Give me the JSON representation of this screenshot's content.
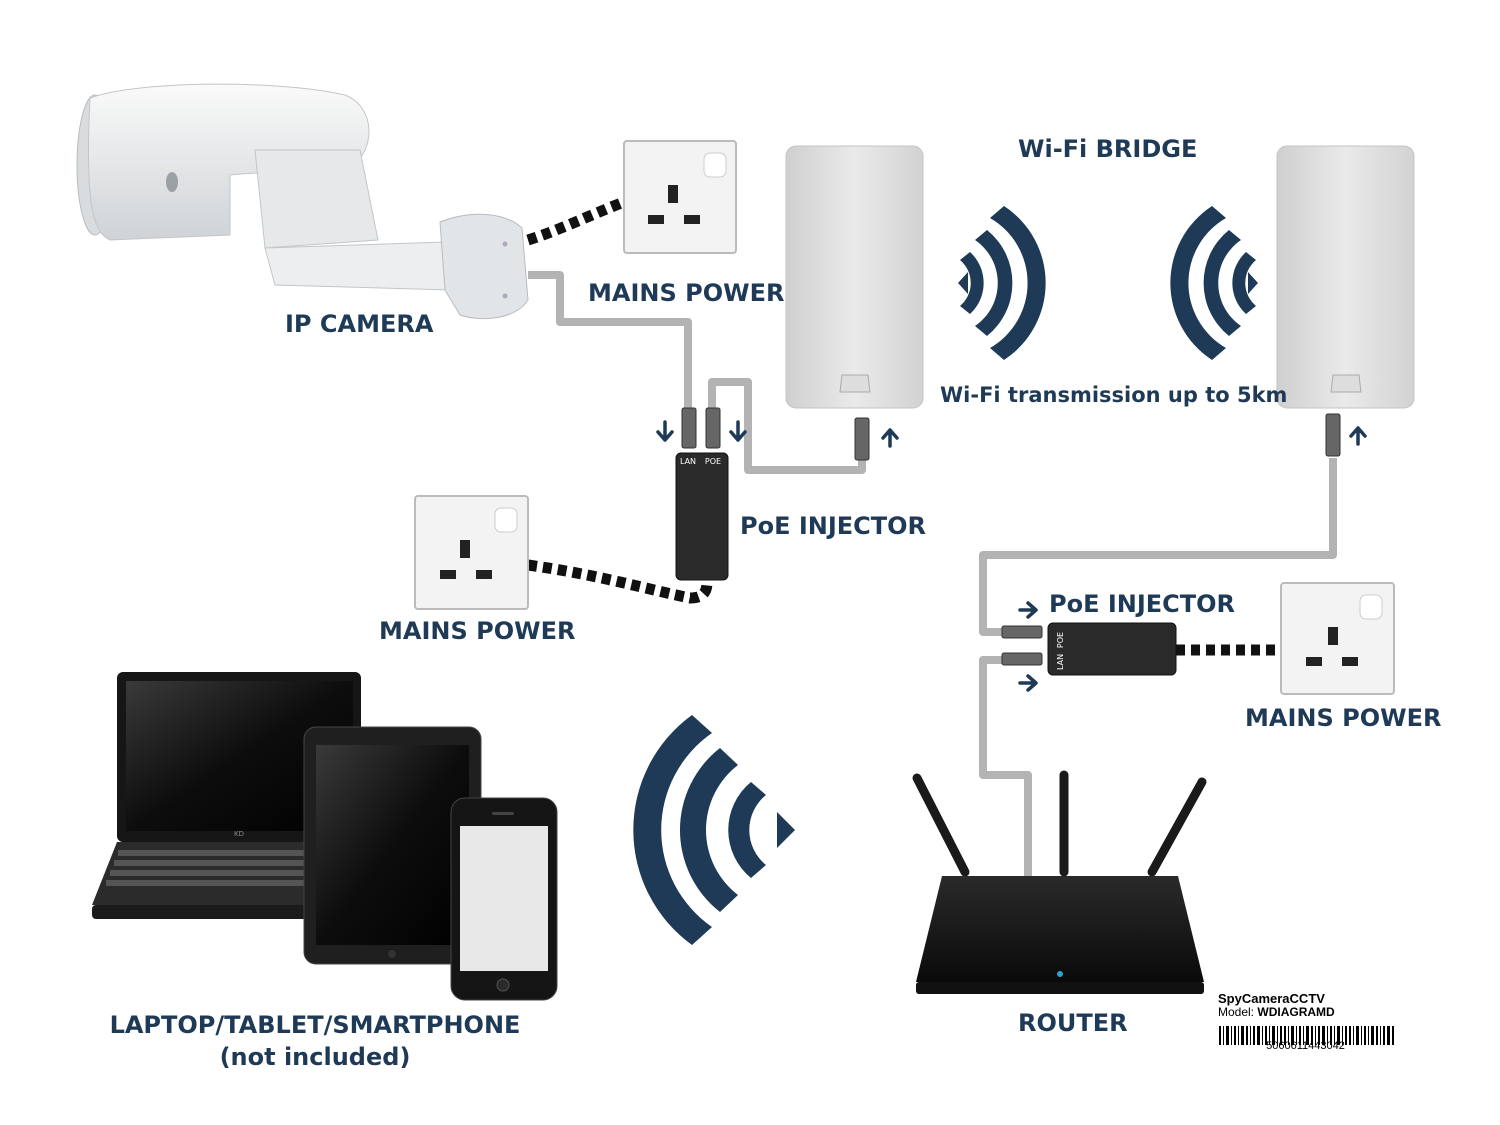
{
  "labels": {
    "ip_camera": "IP CAMERA",
    "mains_power_top": "MAINS POWER",
    "wifi_bridge": "Wi-Fi BRIDGE",
    "wifi_transmission": "Wi-Fi transmission up to 5km",
    "poe_injector_top": "PoE INJECTOR",
    "mains_power_mid": "MAINS POWER",
    "poe_injector_right": "PoE INJECTOR",
    "mains_power_right": "MAINS POWER",
    "devices_line1": "LAPTOP/TABLET/SMARTPHONE",
    "devices_line2": "(not included)",
    "router": "ROUTER"
  },
  "injector_ports": {
    "lan": "LAN",
    "poe": "POE"
  },
  "laptop_brand": "KD",
  "product": {
    "brand": "SpyCameraCCTV",
    "model_prefix": "Model:",
    "model": "WDIAGRAMD",
    "barcode": "5060611443042"
  },
  "colors": {
    "navy": "#1e3a56",
    "cable_gray": "#b3b3b3",
    "device_black": "#1a1a1a"
  }
}
